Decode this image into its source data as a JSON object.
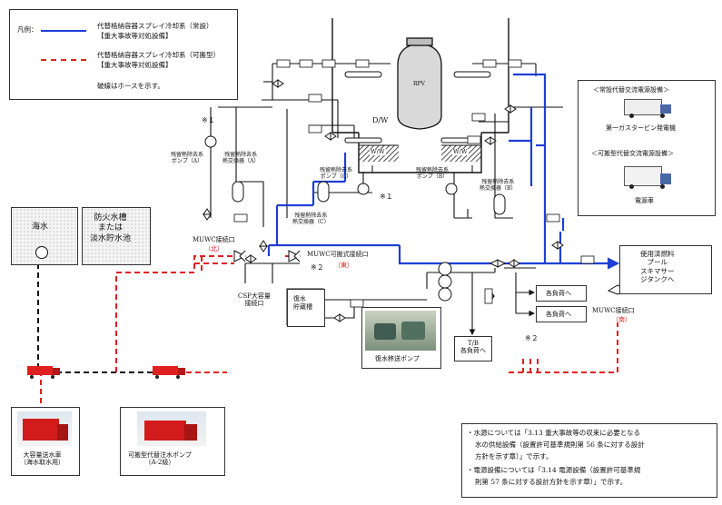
{
  "legend": {
    "prefix": "凡例：",
    "line1": "代替格納容器スプレイ冷却系（常設）",
    "line1b": "【重大事故等対処設備】",
    "line2": "代替格納容器スプレイ冷却系（可搬型）",
    "line2b": "【重大事故等対処設備】",
    "note": "破線はホースを示す。",
    "colors": {
      "permanent": "#1f3fd6",
      "portable": "#e02020"
    }
  },
  "rpv": "RPV",
  "dw": "D/W",
  "ww_left": "W/W",
  "ww_right": "W/W",
  "marks": {
    "note1a": "※１",
    "note1b": "※１",
    "note2a": "※２",
    "note2b": "※２"
  },
  "pumps": {
    "rhr_a_pump": [
      "残留熱除去系",
      "ポンプ（A）"
    ],
    "rhr_a_hx": [
      "残留熱除去系",
      "熱交換器（A）"
    ],
    "rhr_c_pump": [
      "残留熱除去系",
      "ポンプ（C）"
    ],
    "rhr_b_pump": [
      "残留熱除去系",
      "ポンプ（B）"
    ],
    "rhr_b_hx": [
      "残留熱除去系",
      "熱交換器（B）"
    ],
    "rhr_hx_c": [
      "残留熱除去系",
      "熱交換器（C）"
    ]
  },
  "power": {
    "permanent_title": "＜常設代替交流電源設備＞",
    "permanent_unit": "第一ガスタービン発電機",
    "portable_title": "＜可搬型代替交流電源設備＞",
    "portable_unit": "電源車"
  },
  "sources": {
    "sea": "海水",
    "tank_lines": [
      "防火水槽",
      "または",
      "淡水貯水池"
    ]
  },
  "muwc": {
    "north_label": "MUWC接続口",
    "north_dir": "（北）",
    "portable_label": "MUWC可搬式接続口",
    "portable_dir": "（東）",
    "south_label": "MUWC接続口",
    "south_dir": "（南）"
  },
  "csp": [
    "CSP大容量",
    "接続口"
  ],
  "condensate_tank": [
    "復水",
    "貯蔵槽"
  ],
  "condensate_pump": "復水移送ポンプ",
  "loads": {
    "load1": "各負荷へ",
    "load2": "各負荷へ",
    "tb": [
      "T/B",
      "各負荷へ"
    ]
  },
  "spent_fuel": [
    "使用済燃料",
    "プール",
    "スキマサー",
    "ジタンクへ"
  ],
  "vehicles": {
    "large_truck": [
      "大容量送水車",
      "（海水取水用）"
    ],
    "pump_truck": [
      "可搬型代替注水ポンプ",
      "（A-2級）"
    ]
  },
  "notes": {
    "n1a": "・水源については「3.13 重大事故等の収束に必要となる",
    "n1b": "水の供給設備（設置許可基準規則第 56 条に対する設計",
    "n1c": "方針を示す章）」で示す。",
    "n2a": "・電源設備については「3.14 電源設備（設置許可基準規",
    "n2b": "則第 57 条に対する設計方針を示す章）」で示す。"
  }
}
